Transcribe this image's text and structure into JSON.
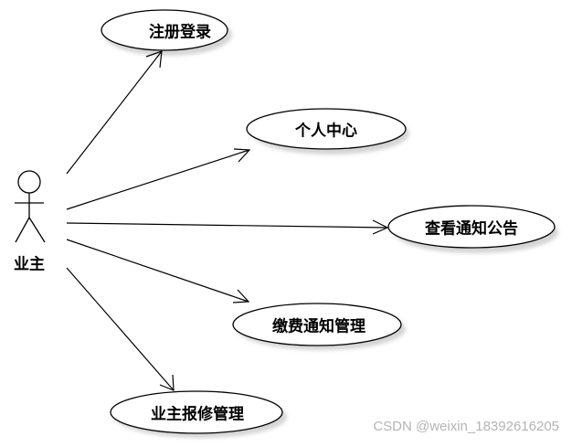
{
  "actor": {
    "label": "业主"
  },
  "use_cases": [
    {
      "label": "注册登录"
    },
    {
      "label": "个人中心"
    },
    {
      "label": "查看通知公告"
    },
    {
      "label": "缴费通知管理"
    },
    {
      "label": "业主报修管理"
    }
  ],
  "watermark": "CSDN @weixin_18392616205",
  "colors": {
    "stroke": "#000000",
    "shadow": "#d4d4d4",
    "fill": "#ffffff",
    "watermark": "#b4b4b4"
  }
}
